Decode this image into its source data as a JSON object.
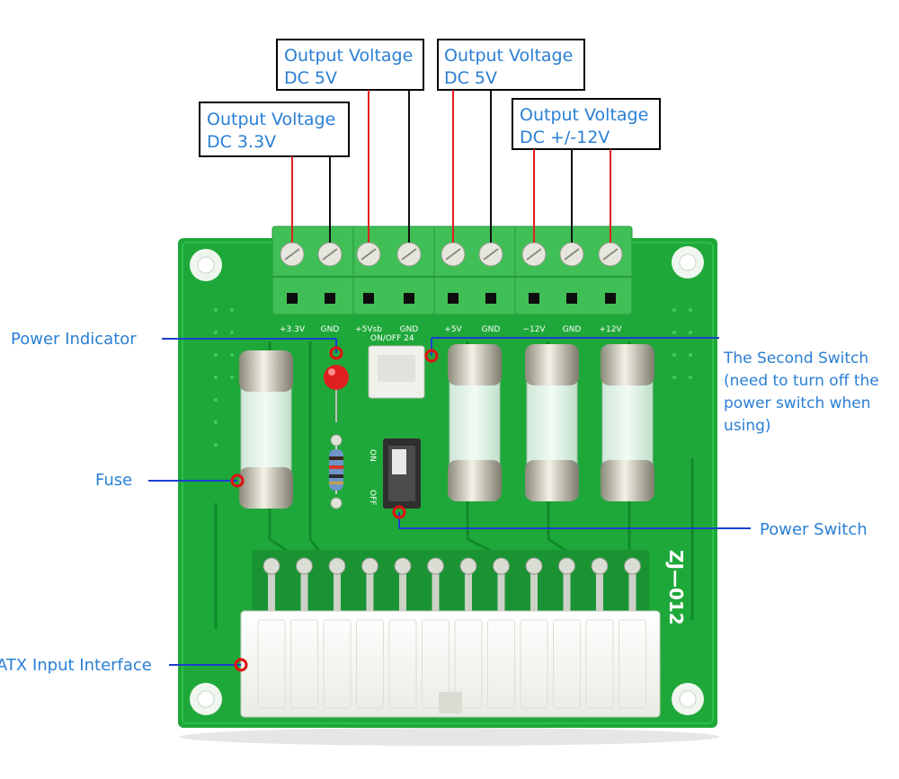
{
  "voltage_boxes": [
    {
      "line1": "Output Voltage",
      "line2": "DC 3.3V"
    },
    {
      "line1": "Output Voltage",
      "line2": "DC 5V"
    },
    {
      "line1": "Output Voltage",
      "line2": "DC 5V"
    },
    {
      "line1": "Output Voltage",
      "line2": "DC +/-12V"
    }
  ],
  "callouts": {
    "power_indicator": "Power Indicator",
    "fuse": "Fuse",
    "atx_input": "ATX Input Interface",
    "power_switch": "Power Switch",
    "second_switch": [
      "The Second Switch",
      "(need to turn off the",
      "power switch when",
      "using)"
    ]
  },
  "silkscreen": {
    "pins": [
      "+3.3V",
      "GND",
      "+5Vsb",
      "GND",
      "+5V",
      "GND",
      "−12V",
      "GND",
      "+12V"
    ],
    "switch_on": "ON",
    "switch_off": "OFF",
    "board_model": "ZJ—012",
    "header_mark": "ON/OFF 24"
  },
  "colors": {
    "label_blue": "#2a7fd4",
    "pcb_green": "#1fa83a",
    "terminal_green": "#3fbf55",
    "wire_red": "#e02020",
    "leader_blue": "#1a3fd0",
    "marker_red": "#e01010"
  }
}
